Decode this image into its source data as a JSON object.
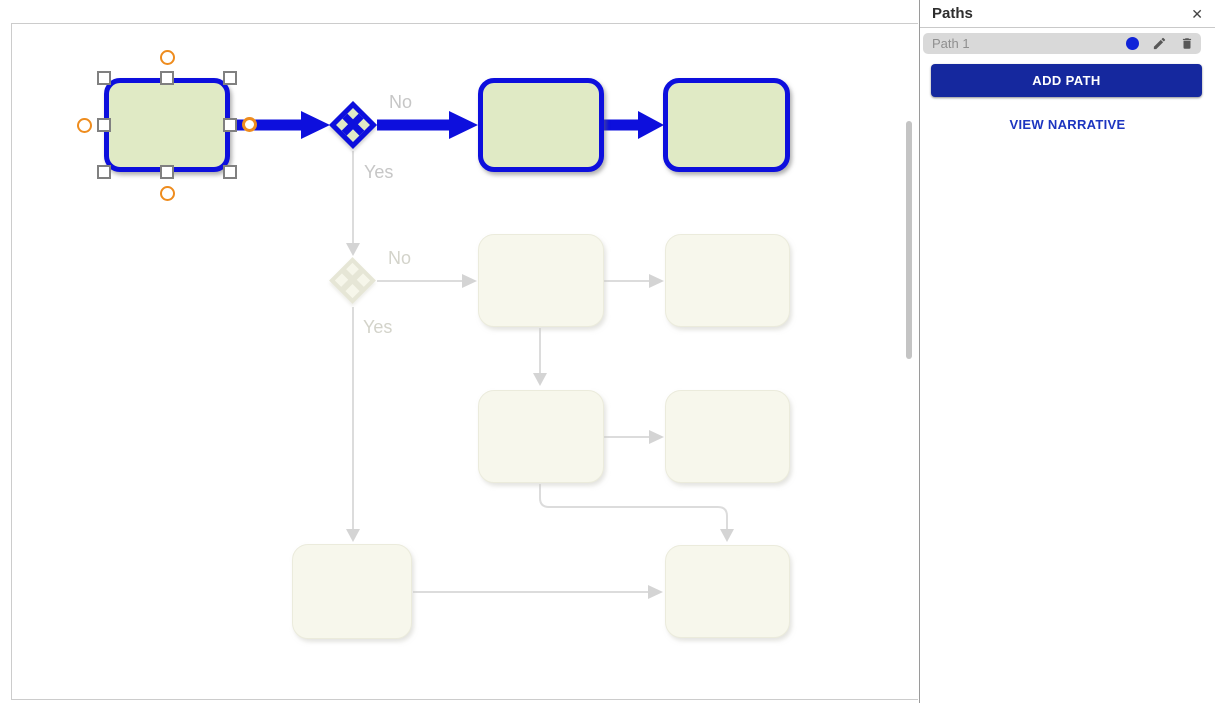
{
  "panel": {
    "title": "Paths",
    "close_icon": "✕",
    "path_row": {
      "name": "Path 1"
    },
    "add_path_label": "ADD PATH",
    "view_narrative_label": "VIEW NARRATIVE"
  },
  "canvas": {
    "decision1": {
      "no": "No",
      "yes": "Yes"
    },
    "decision2": {
      "no": "No",
      "yes": "Yes"
    }
  },
  "colors": {
    "flow_accent_blue": "#0d0fdd",
    "node_fill_green": "#e0eac5",
    "faded_node_fill": "#f7f7ec",
    "faded_line_gray": "#dcdcdc",
    "button_blue": "#15289e",
    "link_blue": "#1c35c0",
    "selection_handle_orange": "#ee8c1e",
    "path_dot_blue": "#1023d8"
  }
}
